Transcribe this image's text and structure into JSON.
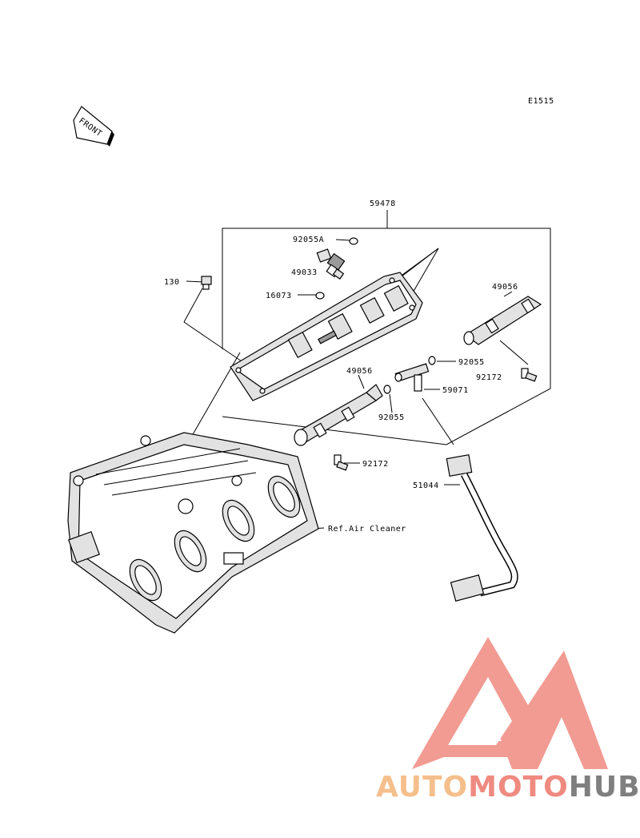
{
  "diagram_code": "E1515",
  "front_marker": "FRONT",
  "assembly_label": "59478",
  "parts": {
    "p_92055A": "92055A",
    "p_49033": "49033",
    "p_130": "130",
    "p_16073": "16073",
    "p_49056_right": "49056",
    "p_92055_right": "92055",
    "p_92172_right": "92172",
    "p_49056_left": "49056",
    "p_59071": "59071",
    "p_92055_left": "92055",
    "p_92172_left": "92172",
    "p_51044": "51044",
    "ref_air_cleaner": "Ref.Air Cleaner"
  },
  "watermark": {
    "part1": "AUTO",
    "part2": "MOTO",
    "part3": "HUB",
    "color_light": "#f5bf8c",
    "color_mid": "#ef8a80",
    "color_dark": "#7f7f7f"
  }
}
